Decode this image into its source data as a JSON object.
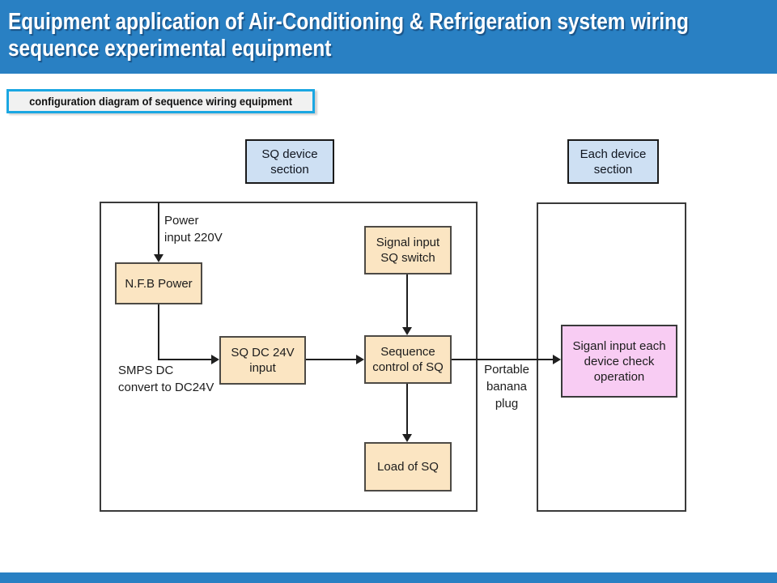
{
  "colors": {
    "accent": "#2980C3",
    "box_blue": "#CEE0F3",
    "box_tan": "#FBE5C2",
    "box_pink": "#F8CCF3",
    "caption_border": "#1BA7E2",
    "line": "#1F1F1F"
  },
  "header": {
    "title_line1": "Equipment application of Air-Conditioning & Refrigeration system wiring",
    "title_line2": "sequence experimental equipment"
  },
  "caption": "configuration diagram of sequence wiring equipment",
  "diagram": {
    "section_labels": {
      "sq": "SQ device\nsection",
      "each": "Each device\nsection"
    },
    "nodes": {
      "nfb": "N.F.B Power",
      "sq_dc_input": "SQ DC 24V\ninput",
      "signal_input": "Signal input\nSQ switch",
      "sequence_control": "Sequence\ncontrol of SQ",
      "load": "Load of SQ",
      "device_check": "Siganl input each\ndevice check\noperation"
    },
    "annotations": {
      "power_input": "Power\ninput 220V",
      "smps": "SMPS DC\nconvert to DC24V",
      "portable": "Portable\nbanana\nplug"
    }
  }
}
